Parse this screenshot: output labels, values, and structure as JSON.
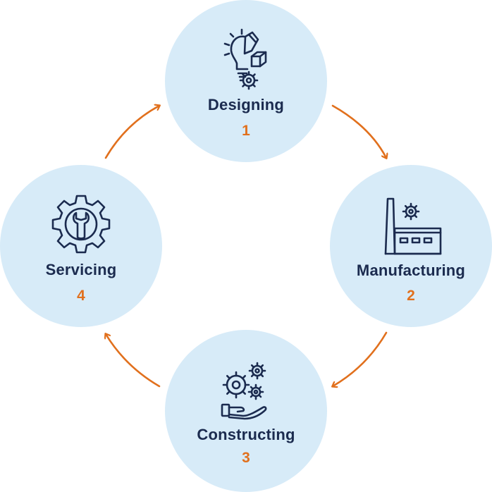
{
  "colors": {
    "circle_fill": "#d7ebf8",
    "label_text": "#1b2b4f",
    "number_text": "#e1701d",
    "arrow": "#e1701d",
    "icon_stroke": "#1b2b4f"
  },
  "stages": [
    {
      "label": "Designing",
      "number": "1",
      "icon": "lightbulb-pencil-gear-icon"
    },
    {
      "label": "Manufacturing",
      "number": "2",
      "icon": "factory-gear-icon"
    },
    {
      "label": "Constructing",
      "number": "3",
      "icon": "gears-hand-icon"
    },
    {
      "label": "Servicing",
      "number": "4",
      "icon": "gear-wrench-icon"
    }
  ]
}
